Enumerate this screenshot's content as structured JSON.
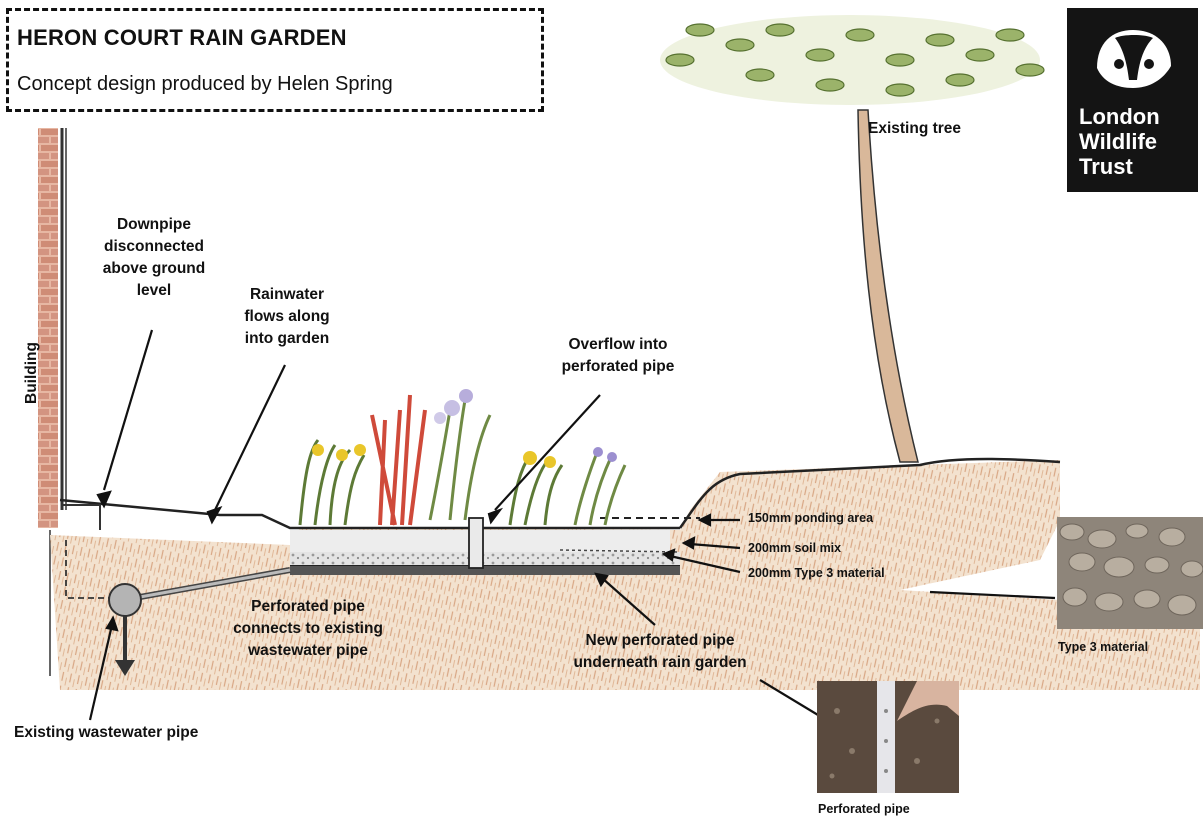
{
  "title": {
    "main": "HERON COURT RAIN GARDEN",
    "subtitle": "Concept design produced by Helen Spring"
  },
  "logo": {
    "text": "London\nWildlife\nTrust",
    "icon": "badger-icon",
    "background": "#141414"
  },
  "labels": {
    "building": "Building",
    "downpipe": "Downpipe\ndisconnected\nabove ground\nlevel",
    "rainwater": "Rainwater\nflows along\ninto garden",
    "overflow": "Overflow into\nperforated pipe",
    "existing_tree": "Existing tree",
    "ponding": "150mm ponding area",
    "soil_mix": "200mm soil mix",
    "type3_layer": "200mm Type 3 material",
    "perforated_connects": "Perforated pipe\nconnects to existing\nwastewater pipe",
    "new_perforated": "New perforated pipe\nunderneath rain garden",
    "existing_wastewater": "Existing wastewater pipe",
    "type3_photo_caption": "Type 3 material",
    "perforated_photo_caption": "Perforated pipe"
  },
  "colors": {
    "soil": "#e8c9a8",
    "soil_stroke": "#d9a882",
    "brick": "#c7806a",
    "gravel": "#d6d6d6",
    "foliage": "#7f9a4c",
    "flower_yellow": "#e9c62a",
    "flower_red": "#cf4a3a",
    "flower_lilac": "#9c8fd0"
  }
}
